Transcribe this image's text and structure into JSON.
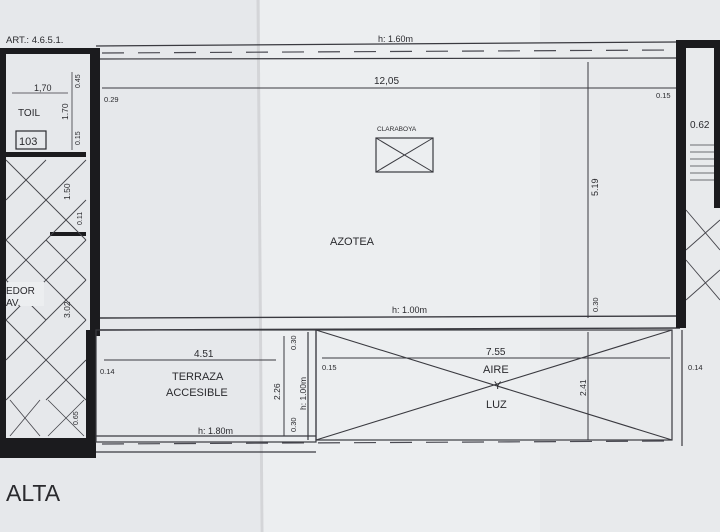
{
  "header": {
    "ref": "ART.: 4.6.5.1."
  },
  "rooms": {
    "azotea": "AZOTEA",
    "claraboya": "CLARABOYA",
    "terraza_line1": "TERRAZA",
    "terraza_line2": "ACCESIBLE",
    "aire_line1": "AIRE",
    "aire_line2": "Y",
    "aire_line3": "LUZ",
    "toil": "TOIL",
    "comedor_frag": "EDOR",
    "comedor_frag2": "AV.",
    "room_number": "103"
  },
  "heights": {
    "top": "h: 1.60m",
    "mid": "h: 1.00m",
    "bottom": "h: 1.80m",
    "vertical": "h: 1.00m"
  },
  "dimensions": {
    "top_width": "12,05",
    "left_0_29": "0.29",
    "right_0_15": "0.15",
    "right_0_62": "0.62",
    "v_5_19": "5.19",
    "v_0_30_a": "0.30",
    "terraza_width": "4.51",
    "aire_width": "7.55",
    "left_0_14": "0.14",
    "right_0_14": "0.14",
    "aire_0_15": "0.15",
    "v_2_26": "2.26",
    "v_0_30_b": "0.30",
    "v_0_30_c": "0.30",
    "v_2_41": "2.41",
    "toil_w": "1,70",
    "toil_h": "1.70",
    "v_0_45": "0.45",
    "v_0_15": "0.15",
    "v_1_50": "1.50",
    "v_0_11": "0.11",
    "v_3_02": "3.02",
    "v_0_65": "0.65"
  },
  "footer": {
    "plan_title": "ALTA"
  }
}
